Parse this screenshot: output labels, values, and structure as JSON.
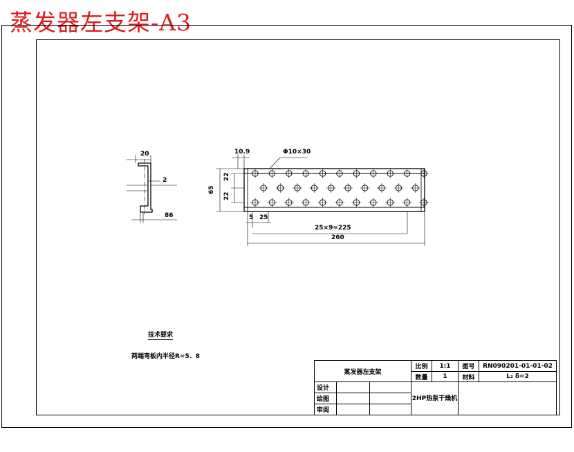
{
  "sheet": {
    "title": "蒸发器左支架-A3"
  },
  "side_view": {
    "dims": {
      "top_width": "20",
      "thickness": "2",
      "bottom_width": "86"
    }
  },
  "front_view": {
    "dims": {
      "edge_offset": "10.9",
      "hole_callout": "Φ10×30",
      "pitch_row1": "22",
      "pitch_row2": "22",
      "height": "65",
      "start_offset": "5",
      "first_pitch": "25",
      "pattern": "25×9=225",
      "length": "260"
    },
    "holes": {
      "rows": 3,
      "outer_row_count": 11,
      "middle_row_count": 10
    }
  },
  "notes": {
    "heading": "技术要求",
    "line1": "两端弯板内半径R=5．8"
  },
  "title_block": {
    "part_name": "蒸发器左支架",
    "scale_label": "比例",
    "scale_value": "1:1",
    "drawing_no_label": "图号",
    "drawing_no": "RN090201-01-01-02",
    "quantity_label": "数量",
    "quantity_value": "1",
    "material_label": "材料",
    "material_value": "L₂ δ=2",
    "design_label": "设计",
    "drawing_label": "绘图",
    "review_label": "审阅",
    "machine": "2HP热泵干燥机"
  },
  "colors": {
    "title_red": "#e0191c",
    "line": "#000000"
  }
}
